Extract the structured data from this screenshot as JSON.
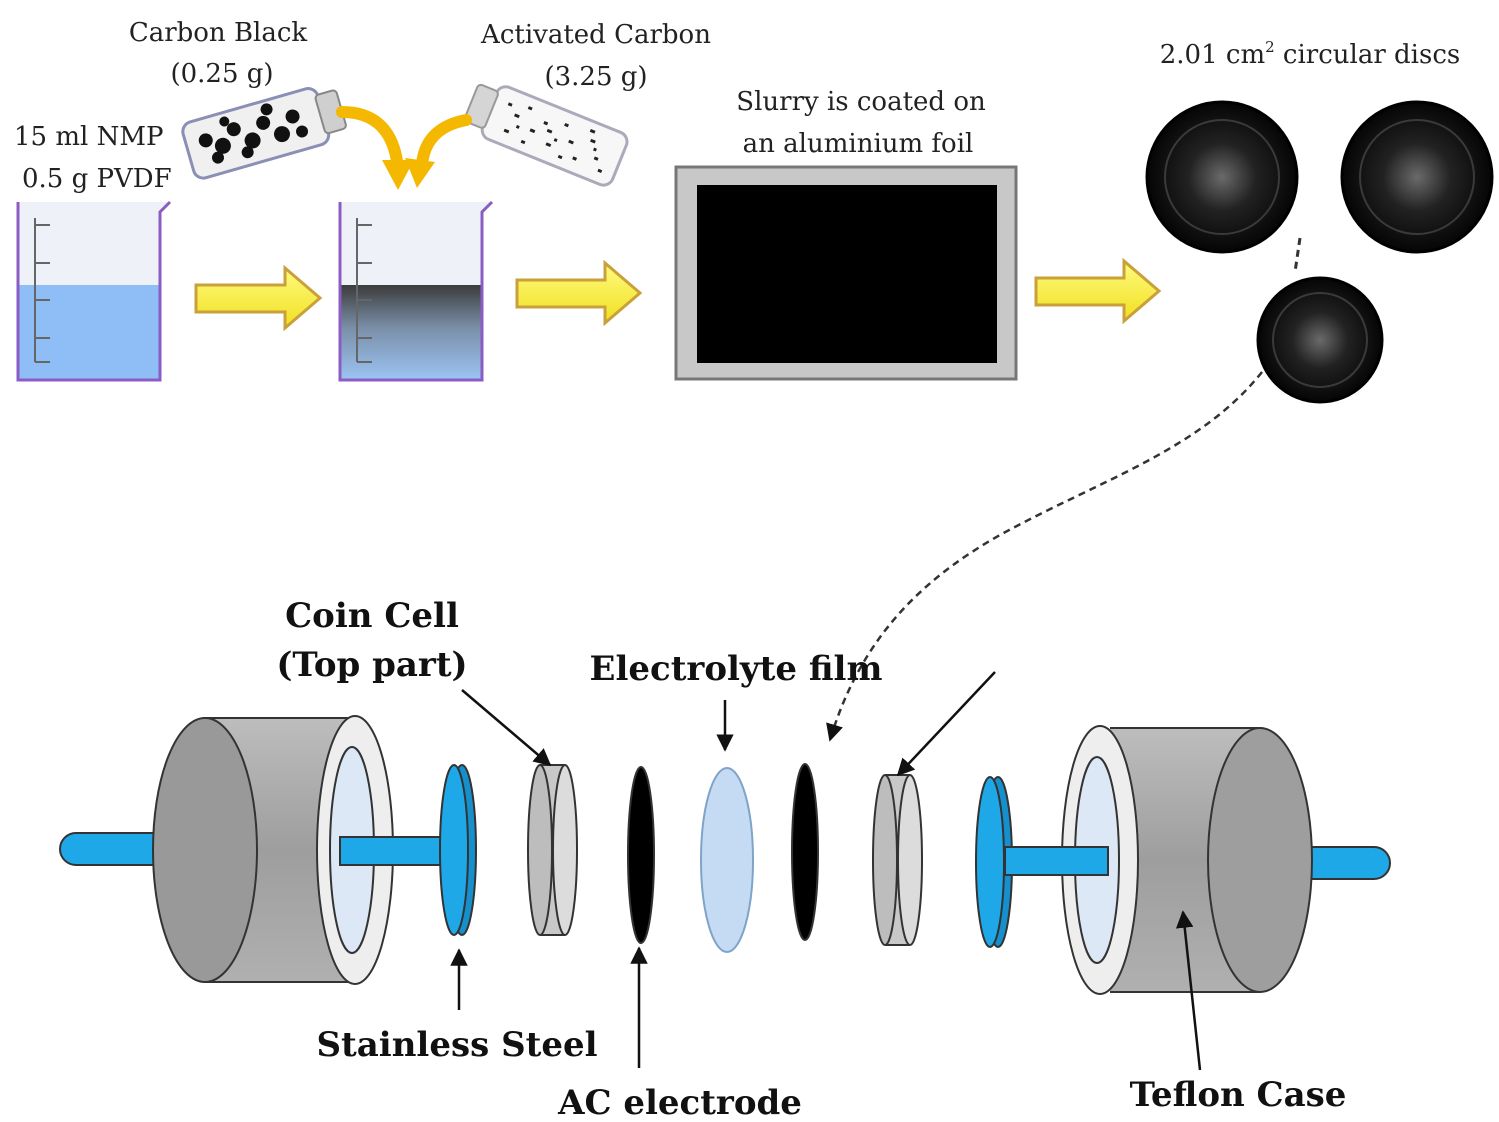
{
  "top": {
    "carbon_black": {
      "name": "Carbon Black",
      "amount": "(0.25 g)"
    },
    "activated_carbon": {
      "name": "Activated Carbon",
      "amount": "(3.25 g)"
    },
    "solvent": {
      "line1": "15 ml NMP",
      "line2": "0.5 g PVDF"
    },
    "slurry": {
      "line1": "Slurry is coated on",
      "line2": "an aluminium foil"
    },
    "discs": {
      "area": "2.01 cm",
      "superscript": "2",
      "rest": " circular discs"
    }
  },
  "bottom": {
    "coin_cell": {
      "line1": "Coin Cell",
      "line2": "(Top part)"
    },
    "electrolyte": "Electrolyte film",
    "stainless": "Stainless Steel",
    "ac_electrode": "AC electrode",
    "teflon": "Teflon Case"
  },
  "colors": {
    "beaker_liquid": "#8fbef7",
    "beaker_outline": "#8a5cc4",
    "arrow_fill": "#f8f04a",
    "arrow_edge": "#d4a83a",
    "curved_arrow": "#f5b800",
    "foil_frame": "#c8c8c8",
    "rod_blue": "#1ea8e8",
    "teflon_gray": "#a8a8a8",
    "electrolyte": "#c5dbf3"
  }
}
